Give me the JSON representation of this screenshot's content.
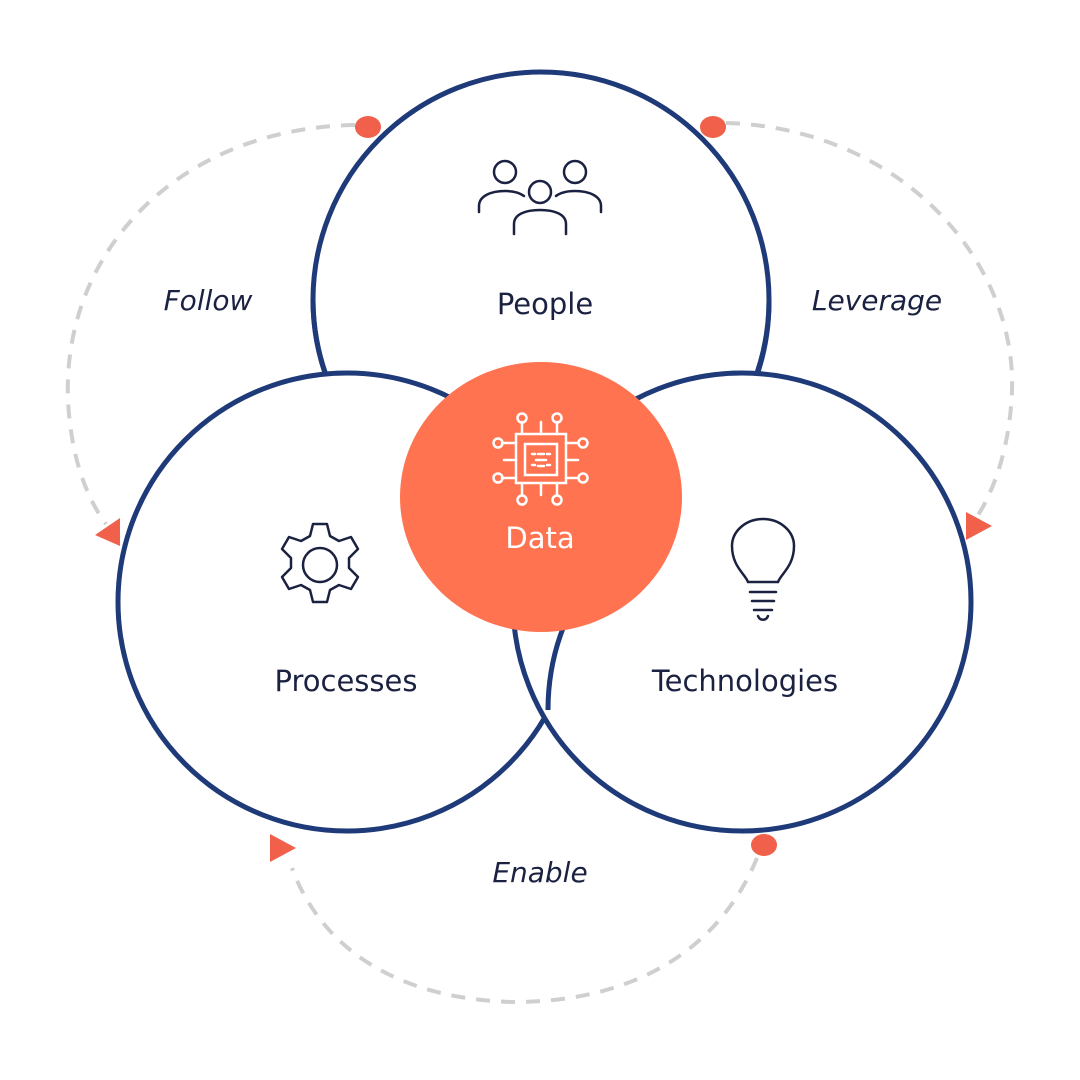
{
  "circles": {
    "people": {
      "label": "People",
      "icon": "people-icon"
    },
    "processes": {
      "label": "Processes",
      "icon": "gear-icon"
    },
    "technologies": {
      "label": "Technologies",
      "icon": "lightbulb-icon"
    },
    "data": {
      "label": "Data",
      "icon": "chip-icon"
    }
  },
  "relations": {
    "follow": "Follow",
    "leverage": "Leverage",
    "enable": "Enable"
  },
  "colors": {
    "navy": "#1e3a78",
    "orange": "#ff7350",
    "marker": "#f0604a",
    "dash": "#cfcfcf"
  }
}
